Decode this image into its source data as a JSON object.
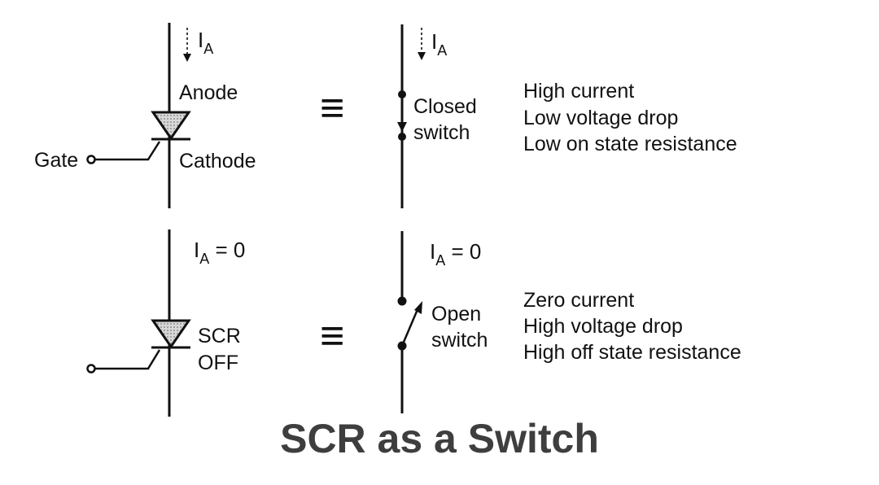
{
  "top": {
    "current_symbol": "I",
    "current_subscript": "A",
    "anode_label": "Anode",
    "gate_label": "Gate",
    "cathode_label": "Cathode",
    "equivalence_symbol": "≡",
    "switch_label_line1": "Closed",
    "switch_label_line2": "switch",
    "properties": [
      "High current",
      "Low voltage drop",
      "Low on state resistance"
    ]
  },
  "bottom": {
    "current_symbol": "I",
    "current_subscript": "A",
    "current_value": " = 0",
    "scr_label_line1": "SCR",
    "scr_label_line2": "OFF",
    "equivalence_symbol": "≡",
    "switch_label_line1": "Open",
    "switch_label_line2": "switch",
    "properties": [
      "Zero current",
      "High voltage drop",
      "High off state resistance"
    ]
  },
  "title": "SCR as a Switch"
}
